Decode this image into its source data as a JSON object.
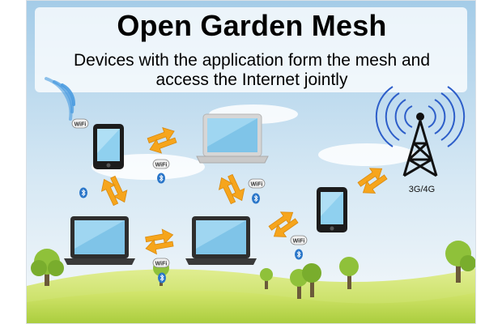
{
  "title": "Open Garden Mesh",
  "subtitle": "Devices with the application form the mesh and access the Internet jointly",
  "tower_label": "3G/4G",
  "badges": {
    "wifi": "Wi Fi",
    "bluetooth": "ᛒ"
  },
  "colors": {
    "sky_top": "#aacfe9",
    "sky_bottom": "#f4f8fb",
    "grass": "#c3dc55",
    "arrow_orange": "#f5a623",
    "bluetooth_blue": "#2a76c9",
    "tower_stroke": "#111111",
    "signal_blue": "#2d5ec9"
  },
  "icons": [
    "wifi-signal-icon",
    "cell-tower-icon",
    "bluetooth-icon",
    "wifi-badge-icon",
    "swap-arrow-icon",
    "laptop-icon",
    "smartphone-icon",
    "tree-icon"
  ]
}
